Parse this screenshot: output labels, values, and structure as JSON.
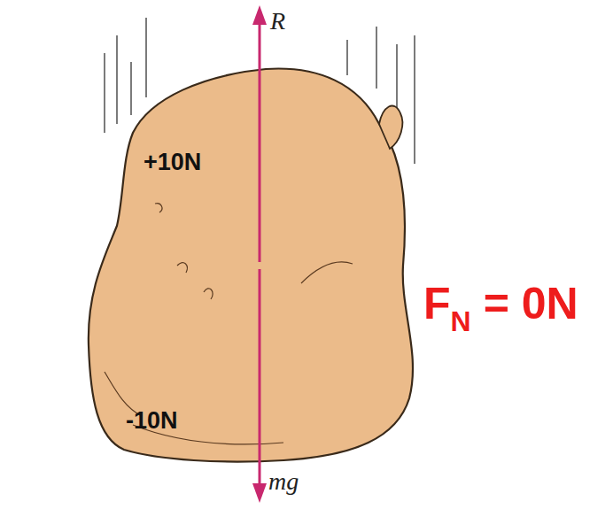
{
  "diagram": {
    "labels": [
      "R",
      "+10N",
      "-10N",
      "mg",
      "F",
      "N",
      "= 0N"
    ]
  }
}
